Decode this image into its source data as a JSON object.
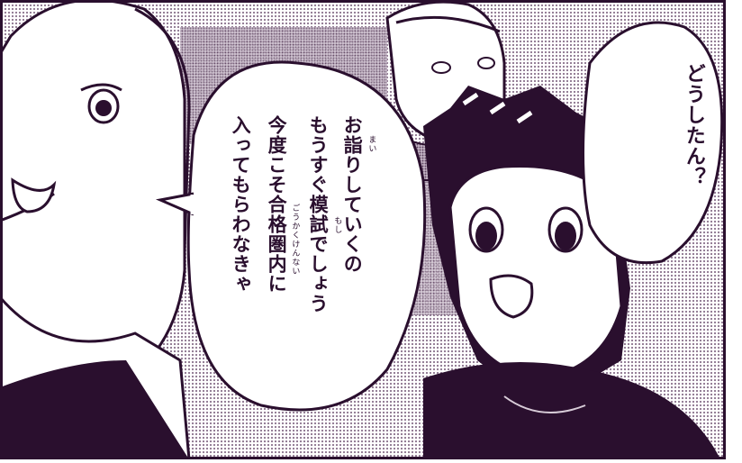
{
  "colors": {
    "ink": "#2a0f2e",
    "tone_dark": "#6a4f6c",
    "tone_mid": "#a893a8",
    "tone_light": "#d8ccd8",
    "paper": "#ffffff"
  },
  "bubble_right": {
    "lines": [
      "どうしたん？"
    ]
  },
  "bubble_left": {
    "lines": [
      "お詣りしていくの",
      "もうすぐ模試でしょう",
      "今度こそ合格圏内に",
      "入ってもらわなきゃ"
    ],
    "ruby": {
      "mai": "まい",
      "moshi": "もし",
      "goukakukennai": "ごうかくけんない"
    }
  }
}
